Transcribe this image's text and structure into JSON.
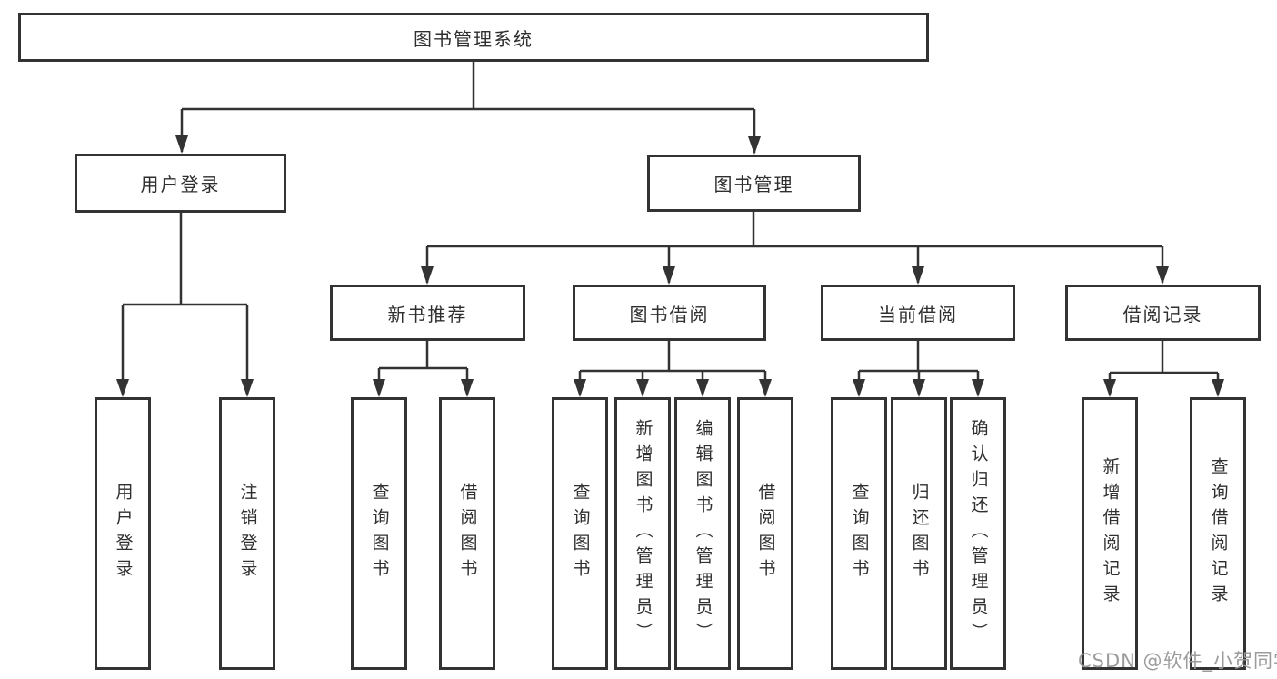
{
  "tree": {
    "label": "图书管理系统",
    "children": [
      {
        "label": "用户登录",
        "children": [
          {
            "label": "用户登录"
          },
          {
            "label": "注销登录"
          }
        ]
      },
      {
        "label": "图书管理",
        "children": [
          {
            "label": "新书推荐",
            "children": [
              {
                "label": "查询图书"
              },
              {
                "label": "借阅图书"
              }
            ]
          },
          {
            "label": "图书借阅",
            "children": [
              {
                "label": "查询图书"
              },
              {
                "label": "新增图书（管理员）"
              },
              {
                "label": "编辑图书（管理员）"
              },
              {
                "label": "借阅图书"
              }
            ]
          },
          {
            "label": "当前借阅",
            "children": [
              {
                "label": "查询图书"
              },
              {
                "label": "归还图书"
              },
              {
                "label": "确认归还（管理员）"
              }
            ]
          },
          {
            "label": "借阅记录",
            "children": [
              {
                "label": "新增借阅记录"
              },
              {
                "label": "查询借阅记录"
              }
            ]
          }
        ]
      }
    ]
  },
  "watermark": {
    "text": "CSDN @软件_小贺同学"
  },
  "colors": {
    "line": "#333333",
    "box_border": "#333333",
    "text": "#2f2f2f",
    "watermark": "#9b9b9b",
    "background": "#ffffff"
  }
}
